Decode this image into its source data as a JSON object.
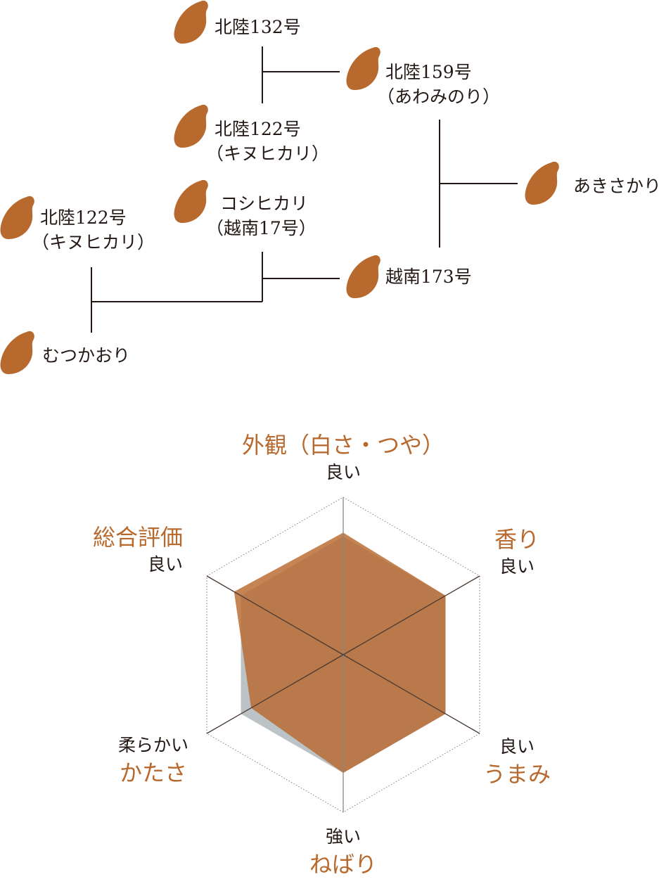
{
  "pedigree": {
    "grain_color": "#b8692e",
    "line_color": "#231815",
    "nodes": [
      {
        "name": "北陸132号",
        "alias": ""
      },
      {
        "name": "北陸159号",
        "alias": "（あわみのり）"
      },
      {
        "name": "北陸122号",
        "alias": "（キヌヒカリ）"
      },
      {
        "name": "コシヒカリ",
        "alias": "（越南17号）"
      },
      {
        "name": "北陸122号",
        "alias": "（キヌヒカリ）"
      },
      {
        "name": "越南173号",
        "alias": ""
      },
      {
        "name": "あきさかり",
        "alias": ""
      },
      {
        "name": "むつかおり",
        "alias": ""
      }
    ]
  },
  "chart_data": {
    "type": "radar",
    "axes": [
      {
        "category": "外観（白さ・つや）",
        "direction_label": "良い"
      },
      {
        "category": "香り",
        "direction_label": "良い"
      },
      {
        "category": "うまみ",
        "direction_label": "良い"
      },
      {
        "category": "ねばり",
        "direction_label": "強い"
      },
      {
        "category": "かたさ",
        "direction_label": "柔らかい"
      },
      {
        "category": "総合評価",
        "direction_label": "良い"
      }
    ],
    "range": [
      0,
      4
    ],
    "grid": true,
    "series": [
      {
        "values": [
          3.0,
          3.0,
          3.0,
          3.0,
          3.0,
          3.0
        ],
        "color": "#bcc3c6"
      },
      {
        "values": [
          3.1,
          3.0,
          3.0,
          3.0,
          2.7,
          3.2
        ],
        "color": "#b8692e"
      }
    ]
  }
}
